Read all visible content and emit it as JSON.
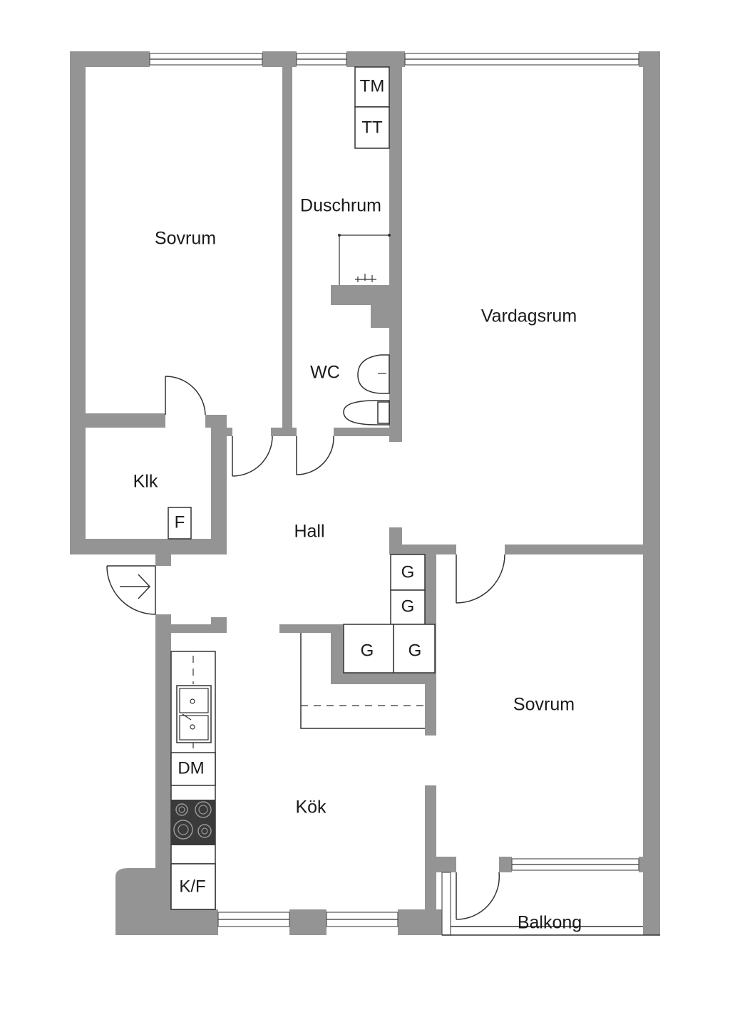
{
  "rooms": {
    "sovrum_1": "Sovrum",
    "duschrum": "Duschrum",
    "vardagsrum": "Vardagsrum",
    "wc": "WC",
    "klk": "Klk",
    "hall": "Hall",
    "sovrum_2": "Sovrum",
    "kok": "Kök",
    "balkong": "Balkong"
  },
  "fixtures": {
    "tm": "TM",
    "tt": "TT",
    "f": "F",
    "g1": "G",
    "g2": "G",
    "g3": "G",
    "g4": "G",
    "dm": "DM",
    "kf": "K/F"
  },
  "colors": {
    "wall": "#949494",
    "background": "#ffffff",
    "stove": "#3a3a3a"
  }
}
